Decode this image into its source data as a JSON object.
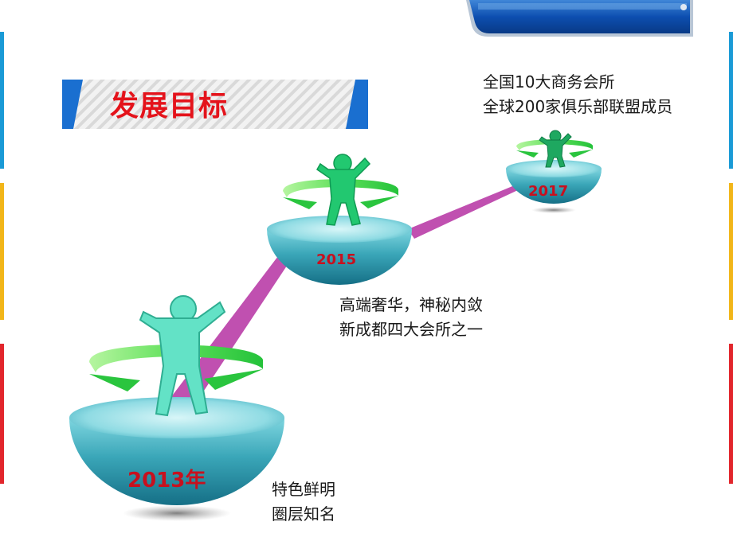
{
  "slide": {
    "title": "发展目标",
    "accent_colors": {
      "blue": "#1a9ad6",
      "yellow": "#f2b619",
      "red": "#e2262c",
      "title_red": "#e4131b",
      "figure_green": "#1fbf6a",
      "line_magenta": "#c050b0"
    }
  },
  "milestones": [
    {
      "year_label": "2013年",
      "lines": [
        "特色鲜明",
        "圈层知名"
      ]
    },
    {
      "year_label": "2015",
      "lines": [
        "高端奢华，神秘内敛",
        "新成都四大会所之一"
      ]
    },
    {
      "year_label": "2017",
      "lines": [
        "全国10大商务会所",
        "全球200家俱乐部联盟成员"
      ]
    }
  ]
}
